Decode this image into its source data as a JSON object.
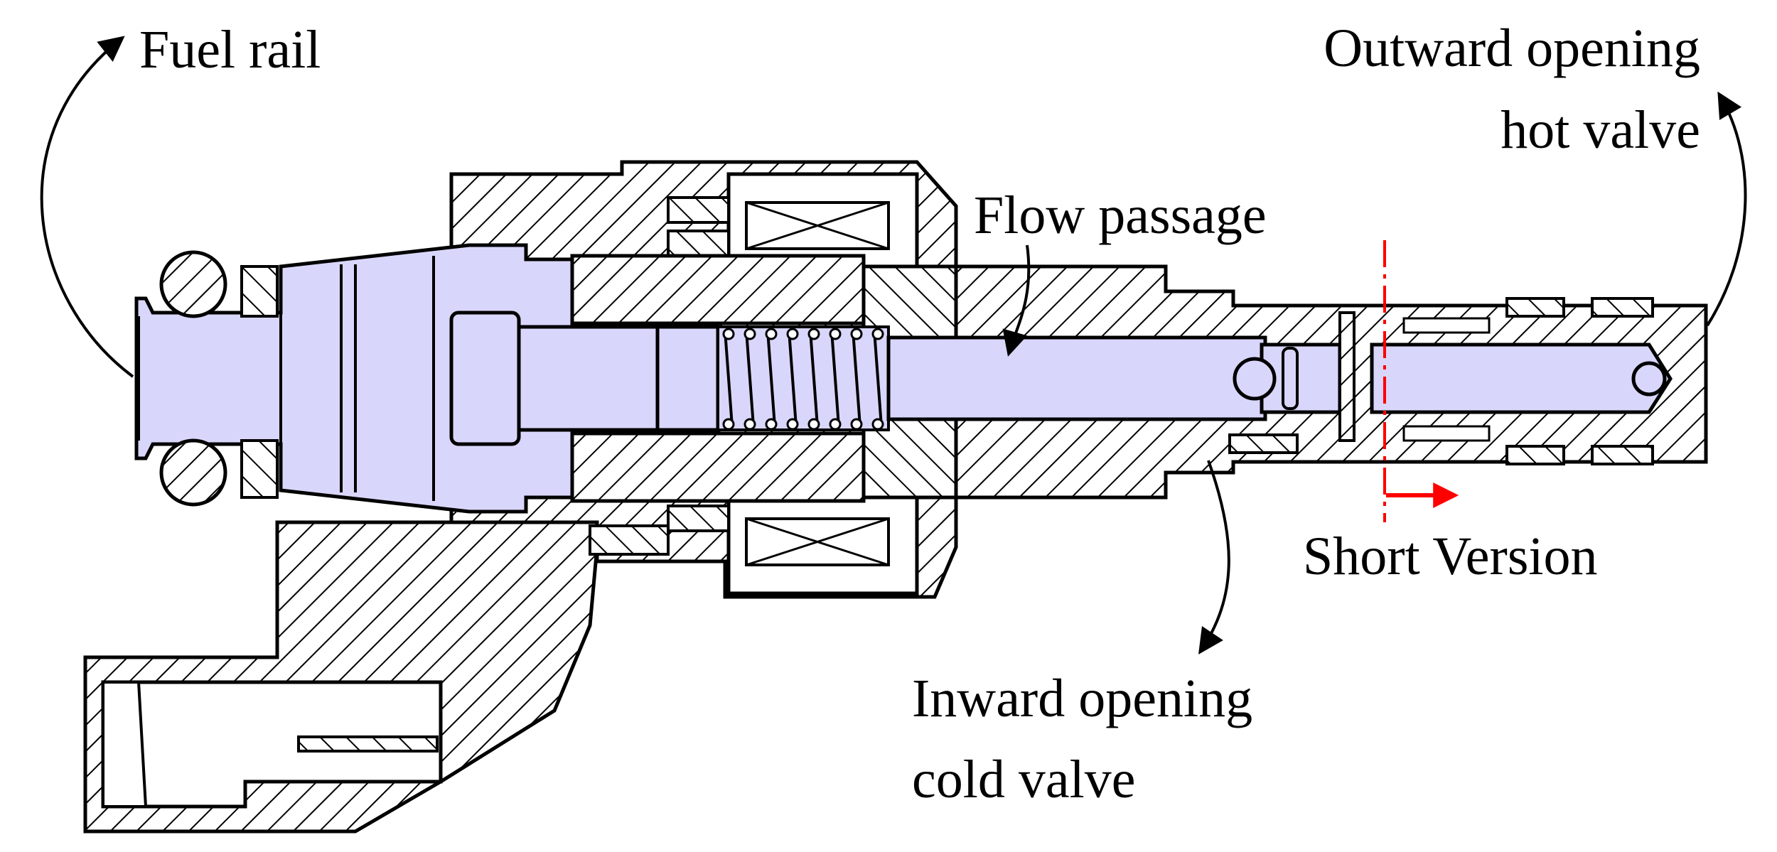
{
  "labels": {
    "fuel_rail": "Fuel rail",
    "outward_line1": "Outward opening",
    "outward_line2": "hot valve",
    "flow_passage": "Flow passage",
    "short_version": "Short Version",
    "inward_line1": "Inward opening",
    "inward_line2": "cold valve"
  },
  "colors": {
    "fluid_fill": "#d9d6fb",
    "hatch": "#000000",
    "short_version_marker": "#ff0000"
  }
}
